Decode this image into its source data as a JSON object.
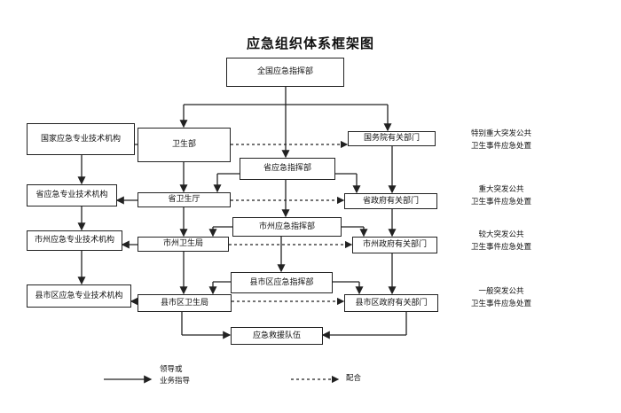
{
  "title": "应急组织体系框架图",
  "boxes": {
    "national_command": "全国应急指挥部",
    "national_tech": "国家应急专业技术机构",
    "health_ministry": "卫生部",
    "state_council_depts": "国务院有关部门",
    "provincial_command": "省应急指挥部",
    "provincial_tech": "省应急专业技术机构",
    "provincial_health": "省卫生厅",
    "provincial_gov_depts": "省政府有关部门",
    "city_command": "市州应急指挥部",
    "city_tech": "市州应急专业技术机构",
    "city_health": "市州卫生局",
    "city_gov_depts": "市州政府有关部门",
    "county_command": "县市区应急指挥部",
    "county_tech": "县市区应急专业技术机构",
    "county_health": "县市区卫生局",
    "county_gov_depts": "县市区政府有关部门",
    "emergency_team": "应急救援队伍"
  },
  "notes": {
    "level1": [
      "特别重大突发公共",
      "卫生事件应急处置"
    ],
    "level2": [
      "重大突发公共",
      "卫生事件应急处置"
    ],
    "level3": [
      "较大突发公共",
      "卫生事件应急处置"
    ],
    "level4": [
      "一般突发公共",
      "卫生事件应急处置"
    ]
  },
  "legend": {
    "solid": [
      "领导或",
      "业务指导"
    ],
    "dashed": "配合"
  }
}
